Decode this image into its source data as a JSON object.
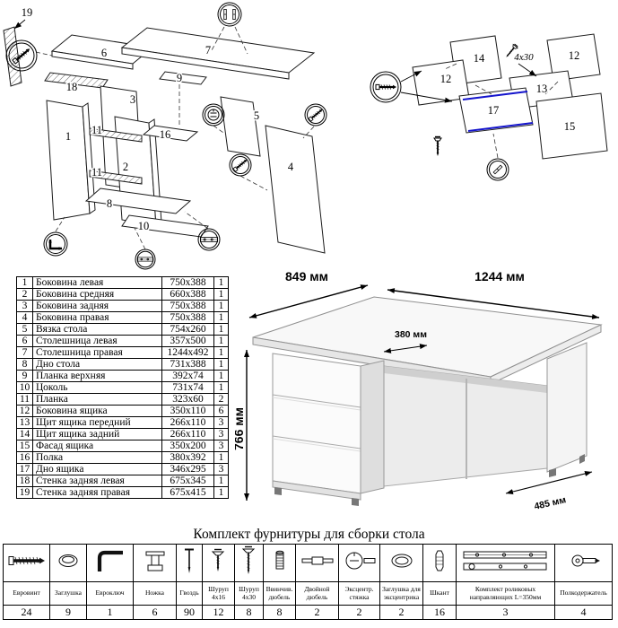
{
  "diagram_main": {
    "labels": {
      "p1": "1",
      "p2": "2",
      "p3": "3",
      "p4": "4",
      "p5": "5",
      "p6": "6",
      "p7": "7",
      "p8": "8",
      "p9": "9",
      "p10": "10",
      "p11a": "11",
      "p11b": "11",
      "p16": "16",
      "p18": "18",
      "p19": "19"
    }
  },
  "diagram_drawer": {
    "labels": {
      "p12a": "12",
      "p12b": "12",
      "p13": "13",
      "p14": "14",
      "p15": "15",
      "p17": "17"
    },
    "screw_note": "4x30",
    "highlight_color": "#1414cc"
  },
  "desk_view": {
    "dim_top_left": "849 мм",
    "dim_top_right": "1244 мм",
    "dim_height": "766 мм",
    "dim_drawer": "380 мм",
    "dim_depth": "485 мм"
  },
  "parts_table": {
    "rows": [
      {
        "num": "1",
        "name": "Боковина левая",
        "size": "750x388",
        "qty": "1"
      },
      {
        "num": "2",
        "name": "Боковина средняя",
        "size": "660x388",
        "qty": "1"
      },
      {
        "num": "3",
        "name": "Боковина задняя",
        "size": "750x388",
        "qty": "1"
      },
      {
        "num": "4",
        "name": "Боковина правая",
        "size": "750x388",
        "qty": "1"
      },
      {
        "num": "5",
        "name": "Вязка стола",
        "size": "754x260",
        "qty": "1"
      },
      {
        "num": "6",
        "name": "Столешница левая",
        "size": "357x500",
        "qty": "1"
      },
      {
        "num": "7",
        "name": "Столешница правая",
        "size": "1244x492",
        "qty": "1"
      },
      {
        "num": "8",
        "name": "Дно стола",
        "size": "731x388",
        "qty": "1"
      },
      {
        "num": "9",
        "name": "Планка верхняя",
        "size": "392x74",
        "qty": "1"
      },
      {
        "num": "10",
        "name": "Цоколь",
        "size": "731x74",
        "qty": "1"
      },
      {
        "num": "11",
        "name": "Планка",
        "size": "323x60",
        "qty": "2"
      },
      {
        "num": "12",
        "name": "Боковина ящика",
        "size": "350x110",
        "qty": "6"
      },
      {
        "num": "13",
        "name": "Щит ящика передний",
        "size": "266x110",
        "qty": "3"
      },
      {
        "num": "14",
        "name": "Щит ящика задний",
        "size": "266x110",
        "qty": "3"
      },
      {
        "num": "15",
        "name": "Фасад ящика",
        "size": "350x200",
        "qty": "3"
      },
      {
        "num": "16",
        "name": "Полка",
        "size": "380x392",
        "qty": "1"
      },
      {
        "num": "17",
        "name": "Дно ящика",
        "size": "346x295",
        "qty": "3"
      },
      {
        "num": "18",
        "name": "Стенка задняя левая",
        "size": "675x345",
        "qty": "1"
      },
      {
        "num": "19",
        "name": "Стенка задняя правая",
        "size": "675x415",
        "qty": "1"
      }
    ]
  },
  "hardware": {
    "title": "Комплект фурнитуры для сборки стола",
    "items": [
      {
        "icon": "euroscrew-icon",
        "name": "Евровинт",
        "qty": "24"
      },
      {
        "icon": "cap-icon",
        "name": "Заглушка",
        "qty": "9"
      },
      {
        "icon": "hexkey-icon",
        "name": "Евроключ",
        "qty": "1"
      },
      {
        "icon": "foot-icon",
        "name": "Ножка",
        "qty": "6"
      },
      {
        "icon": "nail-icon",
        "name": "Гвоздь",
        "qty": "90"
      },
      {
        "icon": "screw-small-icon",
        "name": "Шуруп 4x16",
        "qty": "12"
      },
      {
        "icon": "screw-large-icon",
        "name": "Шуруп 4x30",
        "qty": "8"
      },
      {
        "icon": "dowel-screw-icon",
        "name": "Ввинчив. дюбель",
        "qty": "8"
      },
      {
        "icon": "double-dowel-icon",
        "name": "Двойной дюбель",
        "qty": "2"
      },
      {
        "icon": "cam-lock-icon",
        "name": "Эксцентр. стяжка",
        "qty": "2"
      },
      {
        "icon": "cam-cap-icon",
        "name": "Заглушка для эксцентрика",
        "qty": "2"
      },
      {
        "icon": "wood-dowel-icon",
        "name": "Шкант",
        "qty": "16"
      },
      {
        "icon": "rail-kit-icon",
        "name": "Комплект роликовых направляющих L=350мм",
        "qty": "3"
      },
      {
        "icon": "shelf-pin-icon",
        "name": "Полкодержатель",
        "qty": "4"
      }
    ]
  }
}
